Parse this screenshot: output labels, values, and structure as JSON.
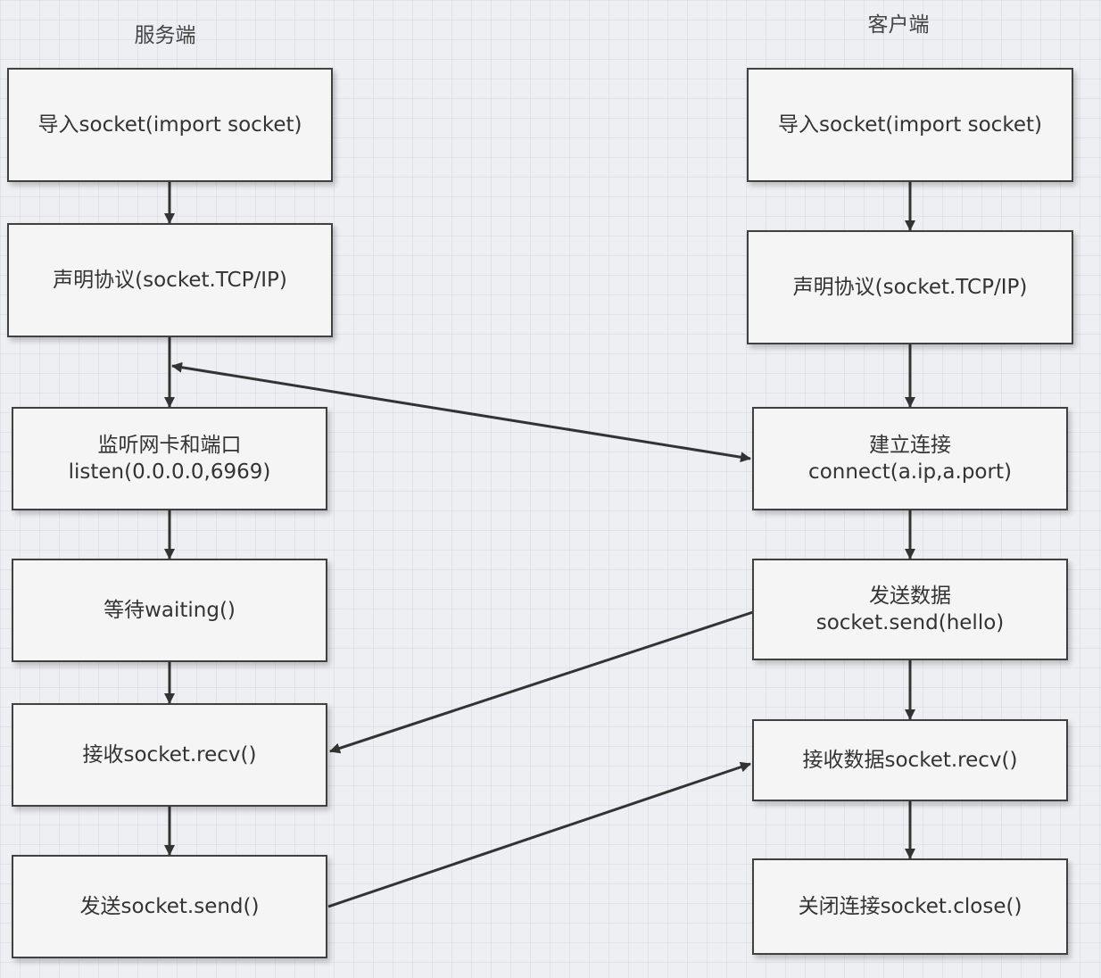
{
  "server": {
    "title": "服务端",
    "steps": [
      {
        "lines": [
          "导入socket(import socket)"
        ]
      },
      {
        "lines": [
          "声明协议(socket.TCP/IP)"
        ]
      },
      {
        "lines": [
          "监听网卡和端口",
          "listen(0.0.0.0,6969)"
        ]
      },
      {
        "lines": [
          "等待waiting()"
        ]
      },
      {
        "lines": [
          "接收socket.recv()"
        ]
      },
      {
        "lines": [
          "发送socket.send()"
        ]
      }
    ]
  },
  "client": {
    "title": "客户端",
    "steps": [
      {
        "lines": [
          "导入socket(import socket)"
        ]
      },
      {
        "lines": [
          "声明协议(socket.TCP/IP)"
        ]
      },
      {
        "lines": [
          "建立连接",
          "connect(a.ip,a.port)"
        ]
      },
      {
        "lines": [
          "发送数据",
          "socket.send(hello)"
        ]
      },
      {
        "lines": [
          "接收数据socket.recv()"
        ]
      },
      {
        "lines": [
          "关闭连接socket.close()"
        ]
      }
    ]
  },
  "colors": {
    "box_border": "#404040",
    "box_fill": "#f5f5f5",
    "arrow": "#333333"
  }
}
